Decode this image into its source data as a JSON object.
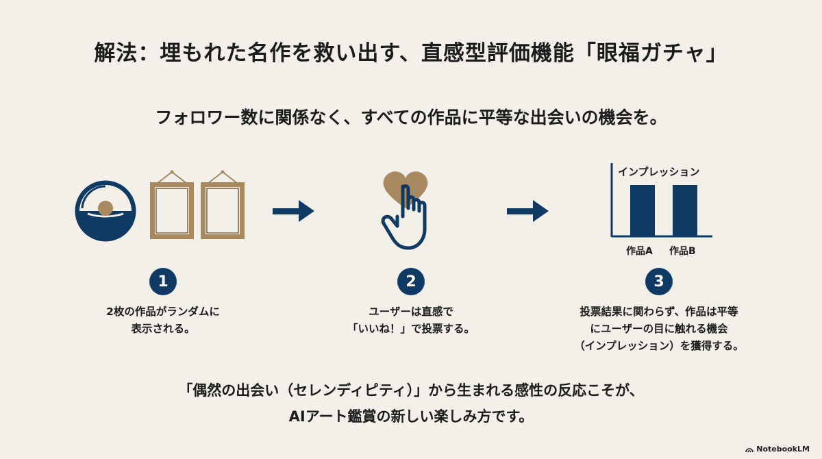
{
  "title": "解法：埋もれた名作を救い出す、直感型評価機能「眼福ガチャ」",
  "subtitle": "フォロワー数に関係なく、すべての作品に平等な出会いの機会を。",
  "steps": [
    {
      "number": "1",
      "lines": [
        "2枚の作品がランダムに",
        "表示される。"
      ]
    },
    {
      "number": "2",
      "lines": [
        "ユーザーは直感で",
        "「いいね！」で投票する。"
      ]
    },
    {
      "number": "3",
      "lines": [
        "投票結果に関わらず、作品は平等",
        "にユーザーの目に触れる機会",
        "（インプレッション）を獲得する。"
      ]
    }
  ],
  "chart": {
    "title": "インプレッション",
    "bars": [
      {
        "label": "作品A",
        "value": 1
      },
      {
        "label": "作品B",
        "value": 1
      }
    ]
  },
  "bottom": {
    "line1": "「偶然の出会い（セレンディピティ）」から生まれる感性の反応こそが、",
    "line2": "AIアート鑑賞の新しい楽しみ方です。"
  },
  "brand": "NotebookLM",
  "colors": {
    "navy": "#0e3a63",
    "gold": "#a88960",
    "background": "#f3efe9"
  }
}
